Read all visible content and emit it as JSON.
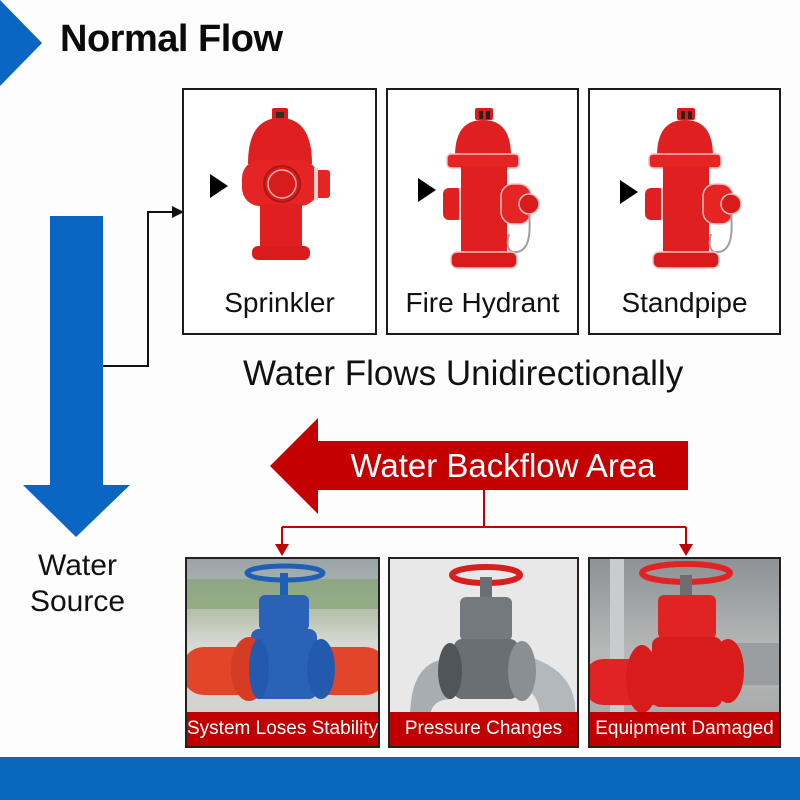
{
  "header": {
    "title": "Normal Flow",
    "accent_color": "#0a66c2"
  },
  "flow_source": {
    "label_line1": "Water",
    "label_line2": "Source",
    "arrow_color": "#0a66c2",
    "arrow_direction": "down"
  },
  "outlets": [
    {
      "label": "Sprinkler",
      "icon": "fire-hydrant-icon"
    },
    {
      "label": "Fire Hydrant",
      "icon": "fire-hydrant-icon"
    },
    {
      "label": "Standpipe",
      "icon": "fire-hydrant-icon"
    }
  ],
  "flow_caption": "Water Flows Unidirectionally",
  "backflow": {
    "label": "Water Backflow Area",
    "arrow_color": "#c00000",
    "arrow_direction": "left"
  },
  "consequences": [
    {
      "caption": "System Loses Stability",
      "icon": "blue-gate-valve-photo"
    },
    {
      "caption": "Pressure Changes",
      "icon": "gray-gate-valve-photo"
    },
    {
      "caption": "Equipment Damaged",
      "icon": "red-gate-valve-photo"
    }
  ],
  "colors": {
    "blue": "#0a66c2",
    "red": "#c00000",
    "hydrant_red": "#e01f1f",
    "footer_blue": "#0868bd"
  }
}
